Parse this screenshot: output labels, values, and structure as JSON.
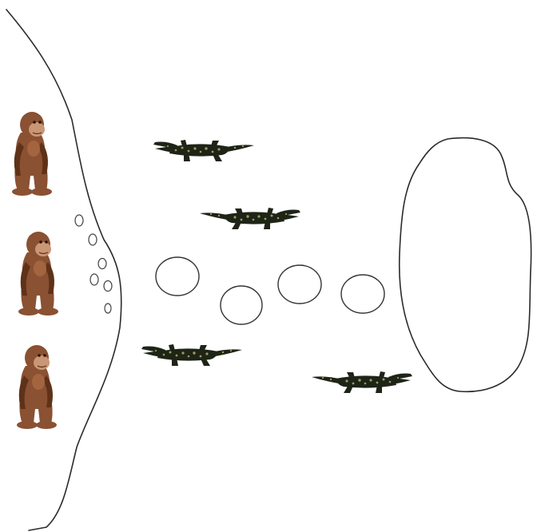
{
  "scene": {
    "apes_left_bank": 3,
    "crocodiles_in_river": 4,
    "stepping_stones_in_river": 4,
    "pebbles_on_left_bank": 6,
    "islands": 1
  },
  "colors": {
    "background": "#ffffff",
    "outline": "#2b2b2b",
    "ape_fur": "#8a5132",
    "ape_face": "#c99676",
    "crocodile_body": "#1e2416",
    "crocodile_spots": "#9c9a5c"
  }
}
